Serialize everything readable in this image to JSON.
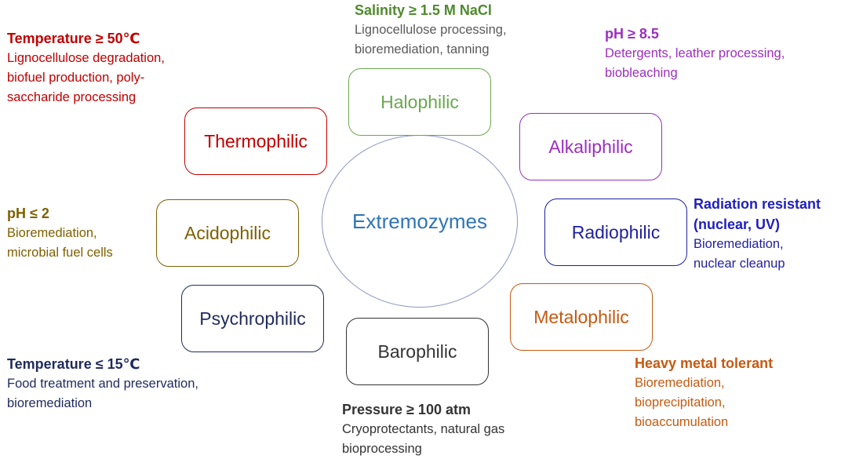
{
  "center": {
    "label": "Extremozymes",
    "color": "#2e74b5"
  },
  "categories": [
    {
      "id": "halophilic",
      "label": "Halophilic",
      "color": "#6aa84f",
      "heading": "Salinity ≥ 1.5 M NaCl",
      "heading_color": "#4f8a2c",
      "description": "Lignocellulose processing,\nbioremediation, tanning",
      "description_color": "#5a5a5a"
    },
    {
      "id": "thermophilic",
      "label": "Thermophilic",
      "color": "#c00000",
      "heading": "Temperature ≥ 50℃",
      "heading_color": "#c00000",
      "description": "Lignocellulose degradation,\nbiofuel production, poly-\nsaccharide processing",
      "description_color": "#c00000"
    },
    {
      "id": "alkaliphilic",
      "label": "Alkaliphilic",
      "color": "#9b2fbf",
      "heading": "pH ≥ 8.5",
      "heading_color": "#9b2fbf",
      "description": "Detergents, leather processing,\nbiobleaching",
      "description_color": "#9b2fbf"
    },
    {
      "id": "acidophilic",
      "label": "Acidophilic",
      "color": "#7f6000",
      "heading": "pH ≤ 2",
      "heading_color": "#7f6000",
      "description": "Bioremediation,\nmicrobial fuel cells",
      "description_color": "#7f6000"
    },
    {
      "id": "radiophilic",
      "label": "Radiophilic",
      "color": "#1f1f9f",
      "heading": "Radiation resistant\n(nuclear, UV)",
      "heading_color": "#1f1fbf",
      "description": "Bioremediation,\nnuclear cleanup",
      "description_color": "#1f1f9f"
    },
    {
      "id": "psychrophilic",
      "label": "Psychrophilic",
      "color": "#1f2a5c",
      "heading": "Temperature ≤ 15℃",
      "heading_color": "#1f2a5c",
      "description": "Food treatment and preservation,\nbioremediation",
      "description_color": "#1f2a5c"
    },
    {
      "id": "metalophilic",
      "label": "Metalophilic",
      "color": "#c55a11",
      "heading": "Heavy metal tolerant",
      "heading_color": "#c55a11",
      "description": "Bioremediation,\nbioprecipitation,\nbioaccumulation",
      "description_color": "#c55a11"
    },
    {
      "id": "barophilic",
      "label": "Barophilic",
      "color": "#333333",
      "heading": "Pressure ≥ 100 atm",
      "heading_color": "#333333",
      "description": "Cryoprotectants, natural gas\nbioprocessing",
      "description_color": "#333333"
    }
  ]
}
